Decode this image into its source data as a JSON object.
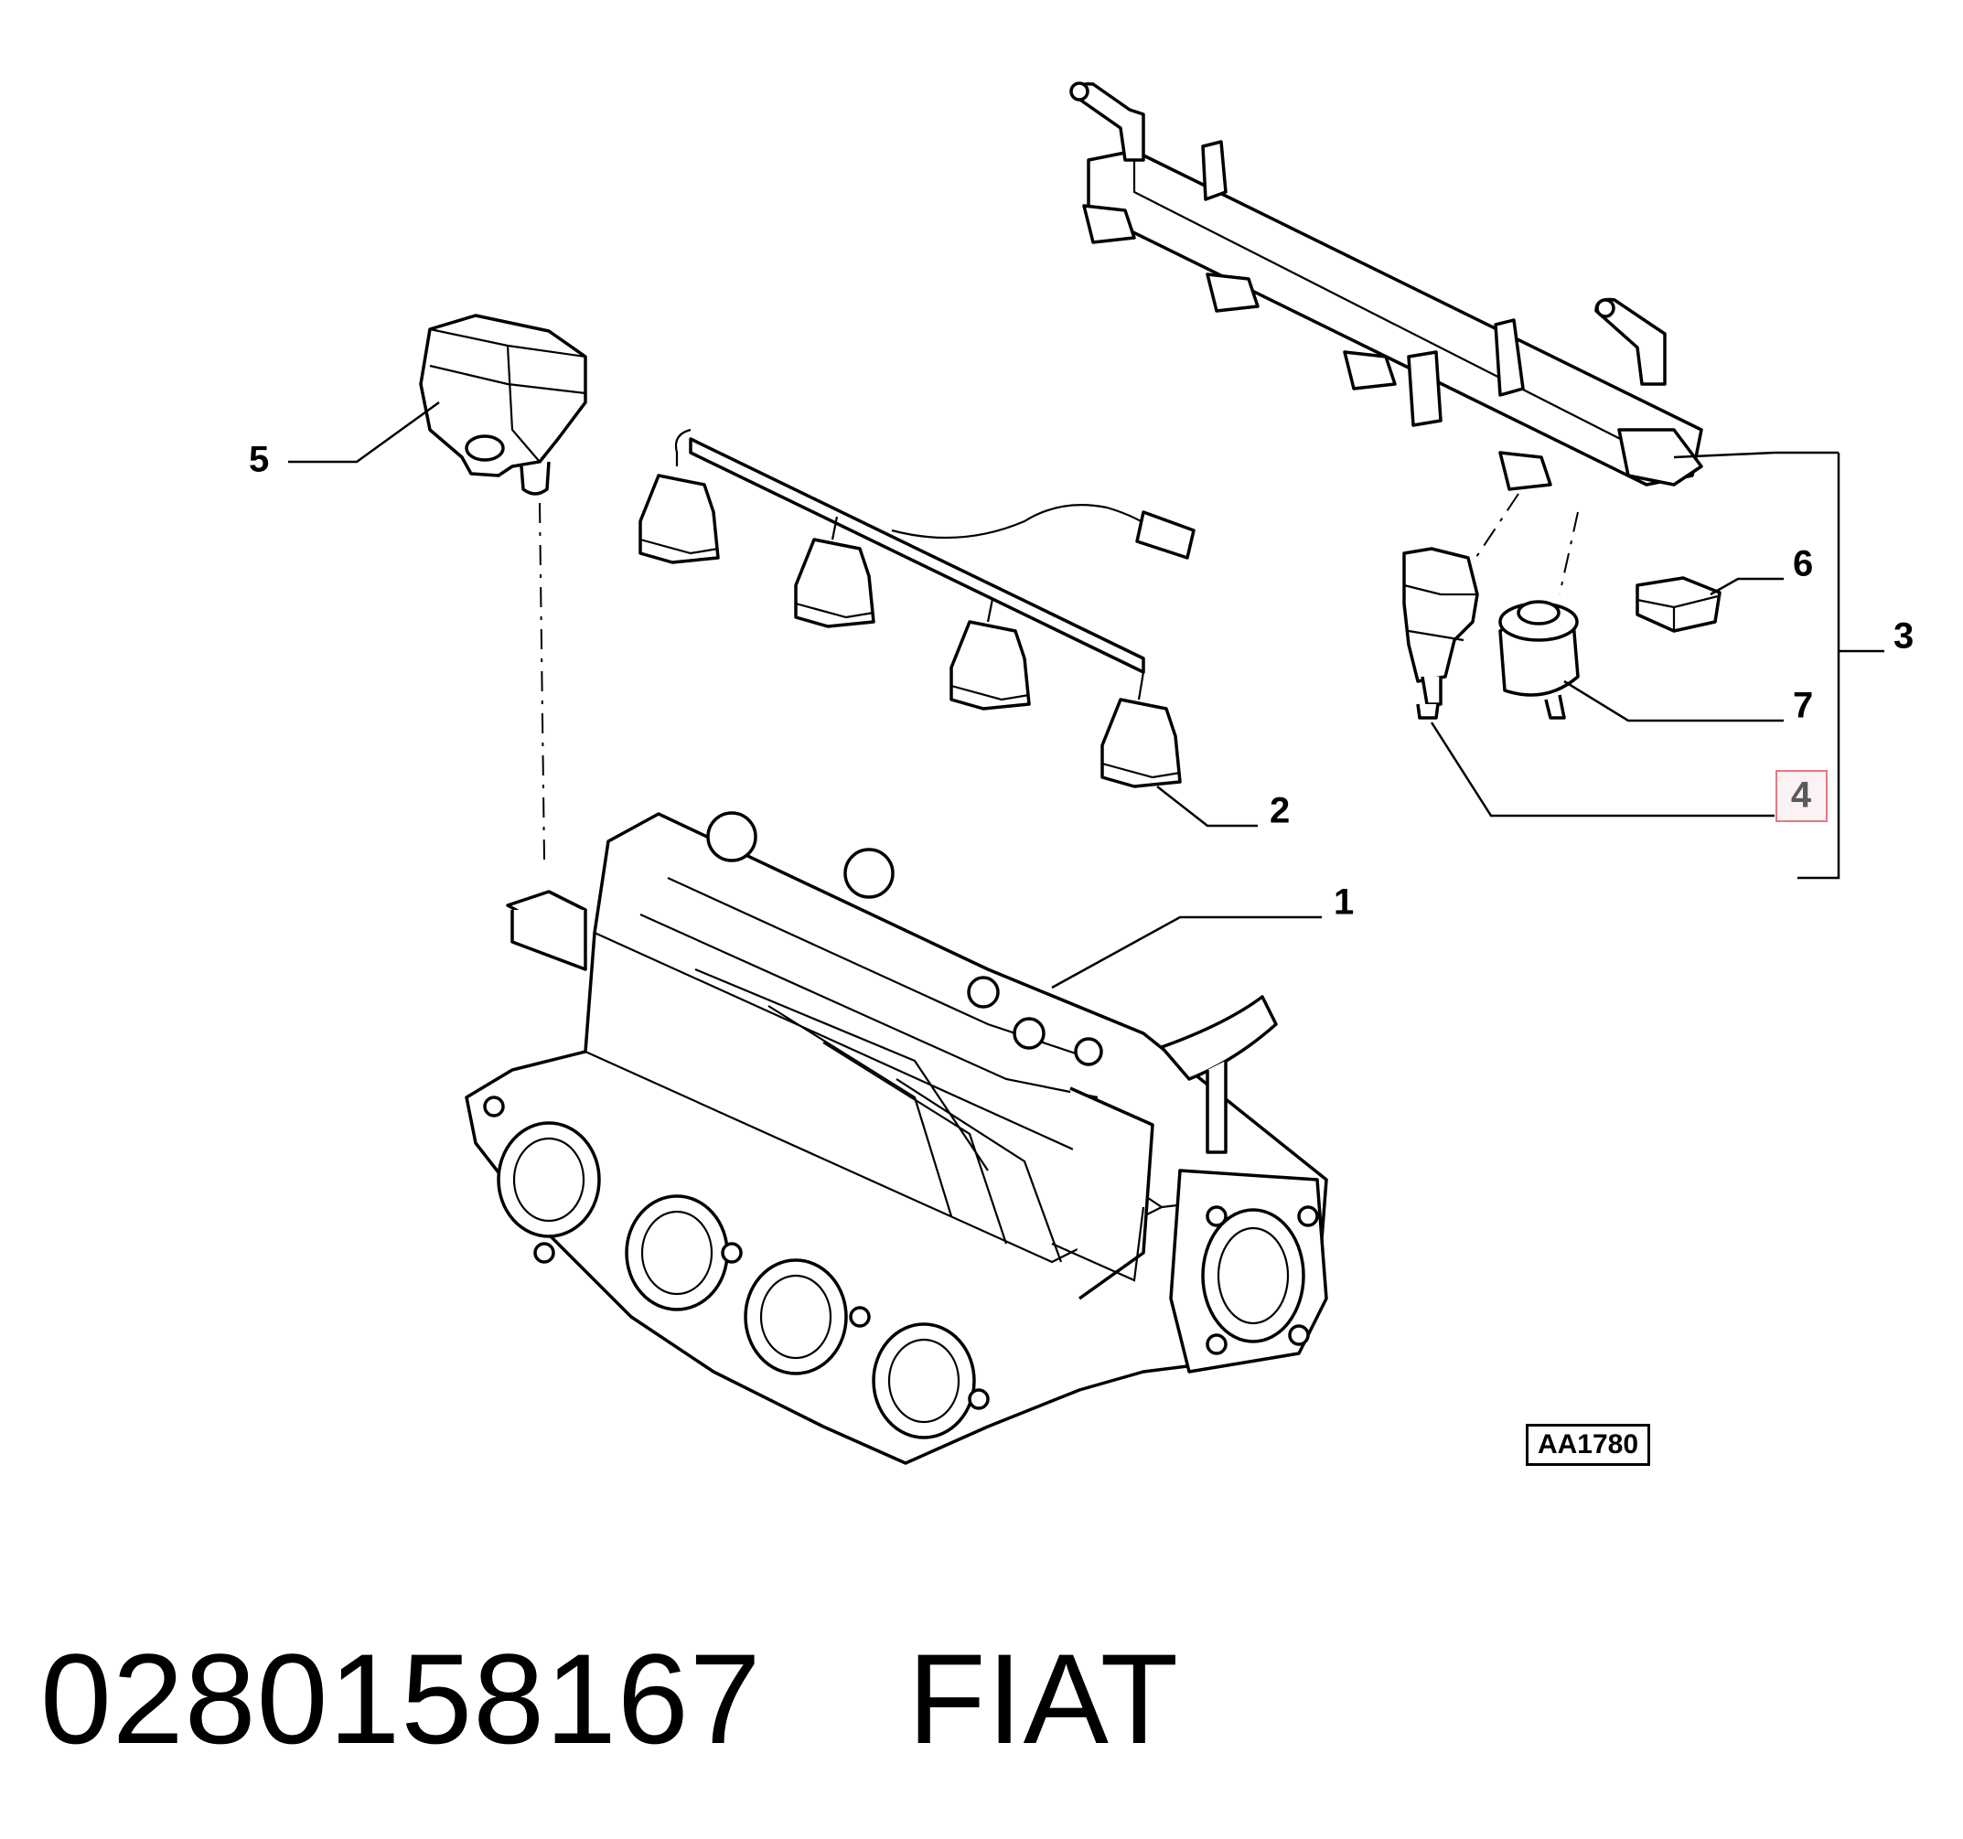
{
  "callouts": [
    {
      "id": "1",
      "label": "1",
      "highlighted": false
    },
    {
      "id": "2",
      "label": "2",
      "highlighted": false
    },
    {
      "id": "3",
      "label": "3",
      "highlighted": false
    },
    {
      "id": "4",
      "label": "4",
      "highlighted": true
    },
    {
      "id": "5",
      "label": "5",
      "highlighted": false
    },
    {
      "id": "6",
      "label": "6",
      "highlighted": false
    },
    {
      "id": "7",
      "label": "7",
      "highlighted": false
    }
  ],
  "highlight_color": "#e07a85",
  "diagram_reference": "AA1780",
  "caption": {
    "part_number": "0280158167",
    "brand": "FIAT"
  }
}
